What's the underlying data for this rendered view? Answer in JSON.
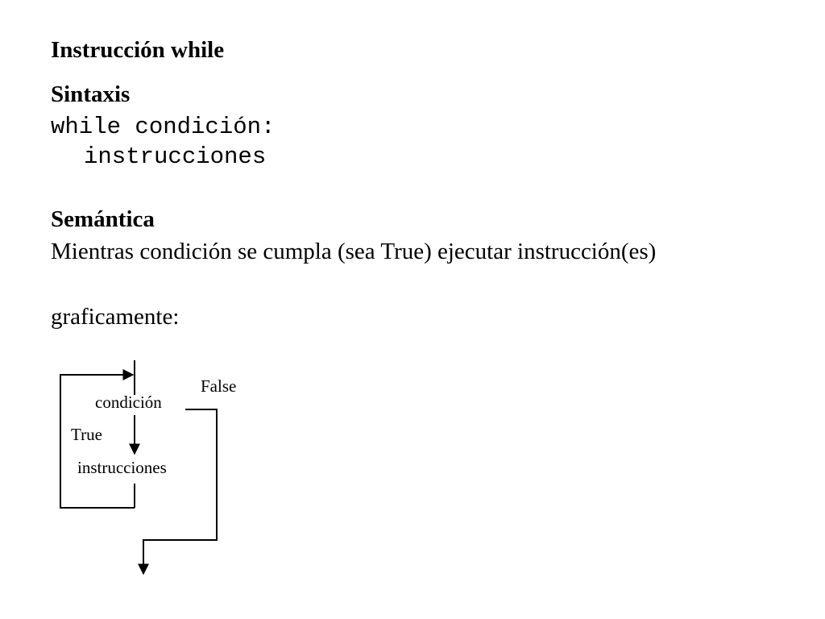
{
  "slide": {
    "title": "Instrucción while",
    "syntax_heading": "Sintaxis",
    "syntax_code": [
      "while condición:",
      "instrucciones"
    ],
    "semantics_heading": "Semántica",
    "semantics_text": "Mientras condición se cumpla (sea True) ejecutar instrucción(es)",
    "graphic_label": "graficamente:"
  },
  "diagram": {
    "condition_label": "condición",
    "true_label": "True",
    "false_label": "False",
    "body_label": "instrucciones"
  }
}
